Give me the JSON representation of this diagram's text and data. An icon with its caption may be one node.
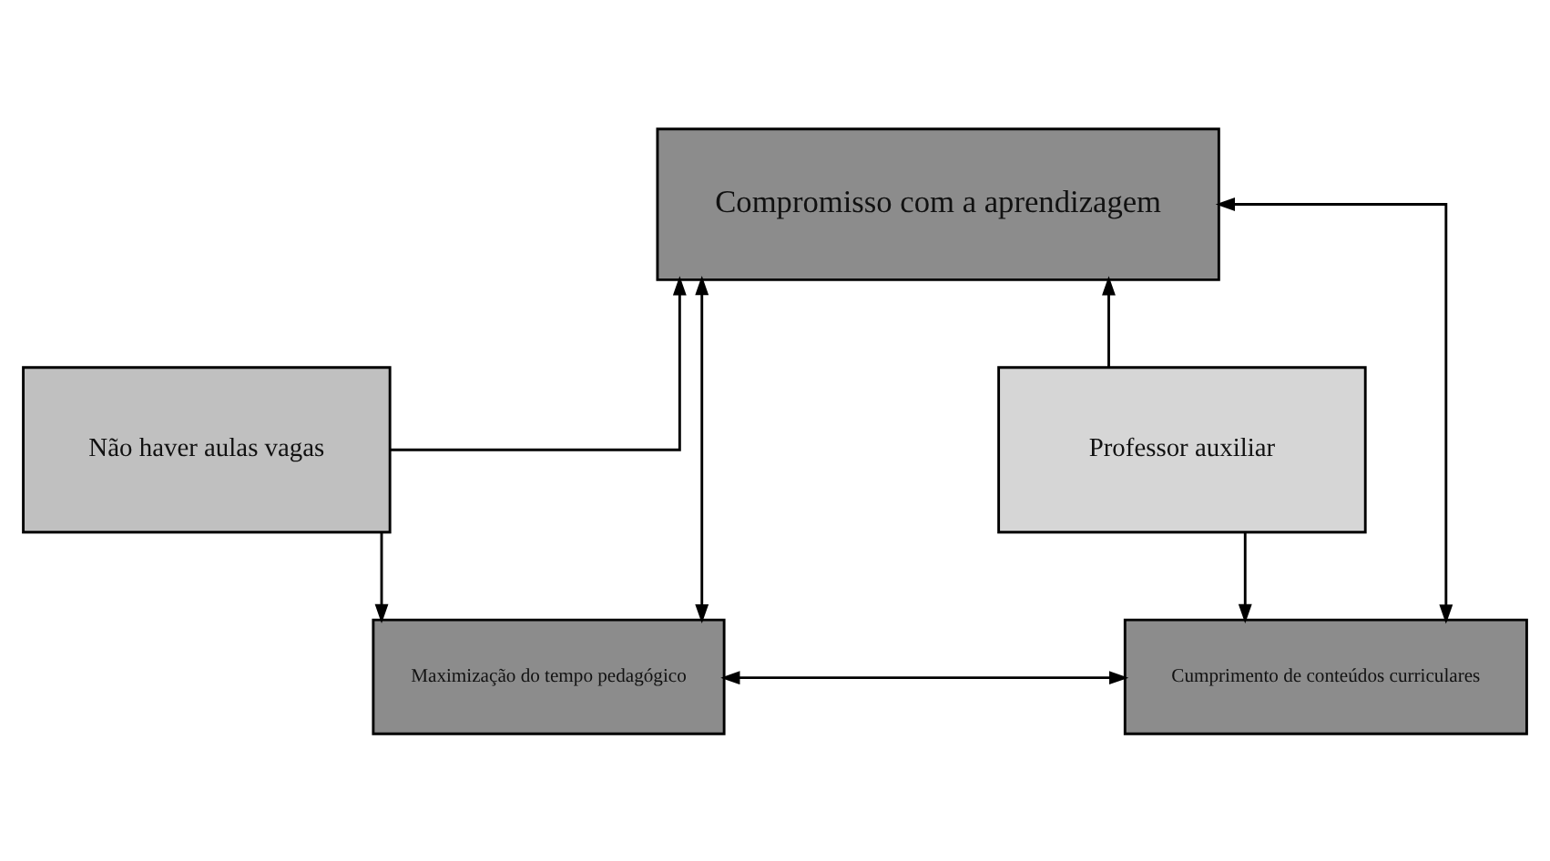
{
  "diagram": {
    "nodes": [
      {
        "text": [
          "Compromisso com a aprendizagem"
        ]
      },
      {
        "text": [
          "Não haver aulas vagas"
        ]
      },
      {
        "text": [
          "Professor auxiliar"
        ]
      },
      {
        "text": [
          "Maximização do tempo pedagógico"
        ]
      },
      {
        "text": [
          "Cumprimento de conteúdos curriculares"
        ]
      }
    ],
    "edges": [
      {
        "from": 1,
        "to": 0,
        "arrow": "to"
      },
      {
        "from": 2,
        "to": 0,
        "arrow": "to"
      },
      {
        "from": 1,
        "to": 3,
        "arrow": "to"
      },
      {
        "from": 2,
        "to": 4,
        "arrow": "to"
      },
      {
        "from": 0,
        "to": 3,
        "arrow": "both"
      },
      {
        "from": 0,
        "to": 4,
        "arrow": "both"
      },
      {
        "from": 3,
        "to": 4,
        "arrow": "both"
      }
    ]
  }
}
